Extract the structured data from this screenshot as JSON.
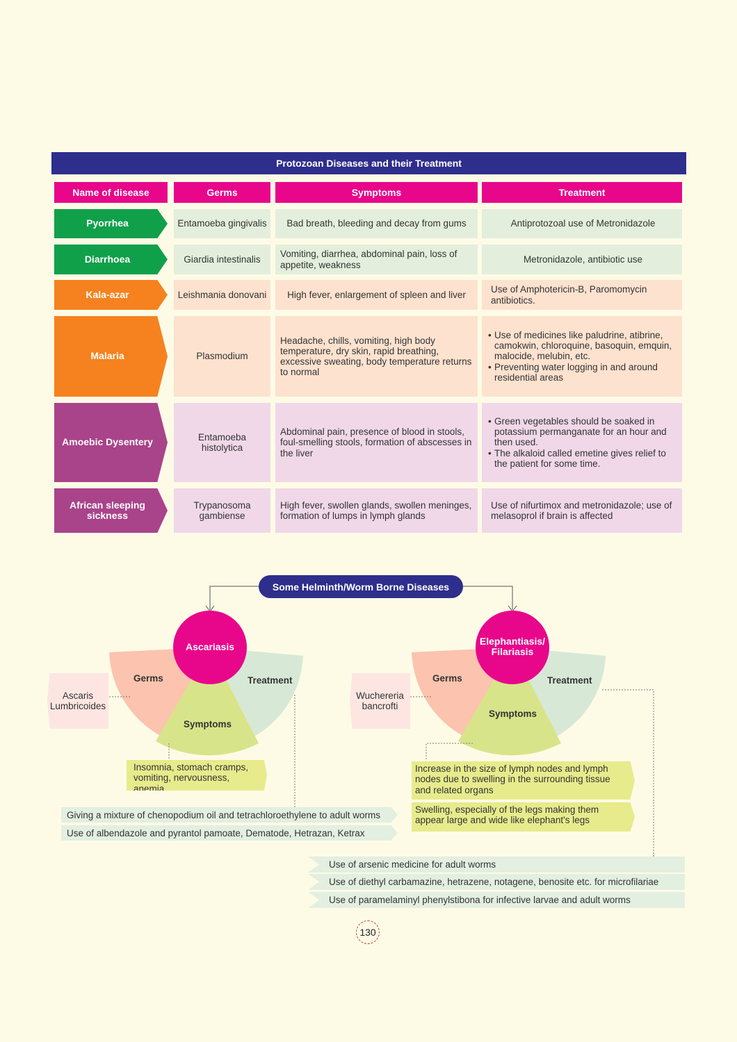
{
  "table": {
    "title": "Protozoan Diseases and their Treatment",
    "headers": [
      "Name of disease",
      "Germs",
      "Symptoms",
      "Treatment"
    ],
    "rows": [
      {
        "name": "Pyorrhea",
        "germ": "Entamoeba gingivalis",
        "symptoms": "Bad breath, bleeding and decay from gums",
        "treatment": "Antiprotozoal use of Metronidazole"
      },
      {
        "name": "Diarrhoea",
        "germ": "Giardia intestinalis",
        "symptoms": "Vomiting, diarrhea, abdominal pain, loss of appetite, weakness",
        "treatment": "Metronidazole, antibiotic use"
      },
      {
        "name": "Kala-azar",
        "germ": "Leishmania donovani",
        "symptoms": "High fever, enlargement of spleen and liver",
        "treatment": "Use of Amphotericin-B, Paromomycin antibiotics."
      },
      {
        "name": "Malaria",
        "germ": "Plasmodium",
        "symptoms": "Headache, chills, vomiting, high body temperature, dry skin, rapid breathing, excessive sweating, body temperature returns to normal",
        "treatment": [
          "Use of medicines like paludrine, atibrine, camokwin, chloroquine, basoquin, emquin, malocide, melubin, etc.",
          "Preventing water logging in and around residential areas"
        ]
      },
      {
        "name": "Amoebic Dysentery",
        "germ": "Entamoeba histolytica",
        "symptoms": "Abdominal pain, presence of blood in stools, foul-smelling stools, formation of abscesses in the liver",
        "treatment": [
          "Green vegetables should be soaked in potassium permanganate for an hour and then used.",
          "The alkaloid called emetine gives relief to the patient for some time."
        ]
      },
      {
        "name": "African sleeping sickness",
        "germ": "Trypanosoma gambiense",
        "symptoms": "High fever, swollen glands, swollen meninges, formation of lumps in lymph glands",
        "treatment": "Use of nifurtimox and metronidazole; use of melasoprol if brain is affected"
      }
    ]
  },
  "helminth": {
    "title": "Some Helminth/Worm Borne Diseases",
    "segment_labels": {
      "germs": "Germs",
      "treatment": "Treatment",
      "symptoms": "Symptoms"
    },
    "ascariasis": {
      "name": "Ascariasis",
      "germ": "Ascaris Lumbricoides",
      "symptoms": [
        "Insomnia, stomach cramps, vomiting, nervousness, anemia"
      ],
      "treatments": [
        "Giving a mixture of chenopodium oil and tetrachloroethylene to adult worms",
        "Use of albendazole and pyrantol pamoate, Dematode, Hetrazan, Ketrax"
      ]
    },
    "elephantiasis": {
      "name": "Elephantiasis/ Filariasis",
      "germ": "Wuchereria bancrofti",
      "symptoms": [
        "Increase in the size of lymph nodes and lymph nodes due to swelling in the surrounding tissue and related organs",
        "Swelling, especially of the legs making them appear large and wide like elephant's legs"
      ],
      "treatments": [
        "Use of arsenic medicine for adult worms",
        "Use of diethyl carbamazine, hetrazene, notagene, benosite etc. for microfilariae",
        "Use of paramelaminyl phenylstibona for infective larvae and adult worms"
      ]
    }
  },
  "page_number": "130",
  "colors": {
    "navy": "#2e2e8c",
    "magenta": "#e8068b",
    "green": "#10a04a",
    "orange": "#f5821f",
    "purple": "#a9438a",
    "germ_segment": "#fcc3ae",
    "symptom_segment": "#d8e48a",
    "treatment_segment": "#d7e9d6"
  }
}
